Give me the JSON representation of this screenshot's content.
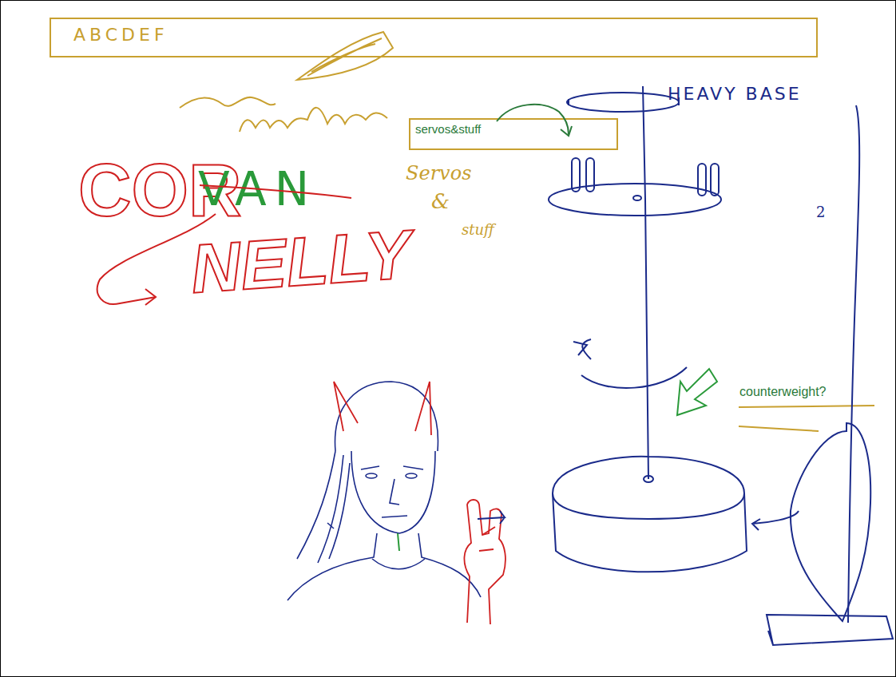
{
  "diagram": {
    "nodes": [
      {
        "text": [
          "ABCDEF"
        ]
      },
      {
        "text": [
          "servos&stuff"
        ]
      }
    ],
    "edges": [],
    "labels": [
      "COR",
      "VAN",
      "NELLY",
      "Servos",
      "&",
      "stuff",
      "HEAVY BASE",
      "2",
      "counterweight?"
    ]
  }
}
